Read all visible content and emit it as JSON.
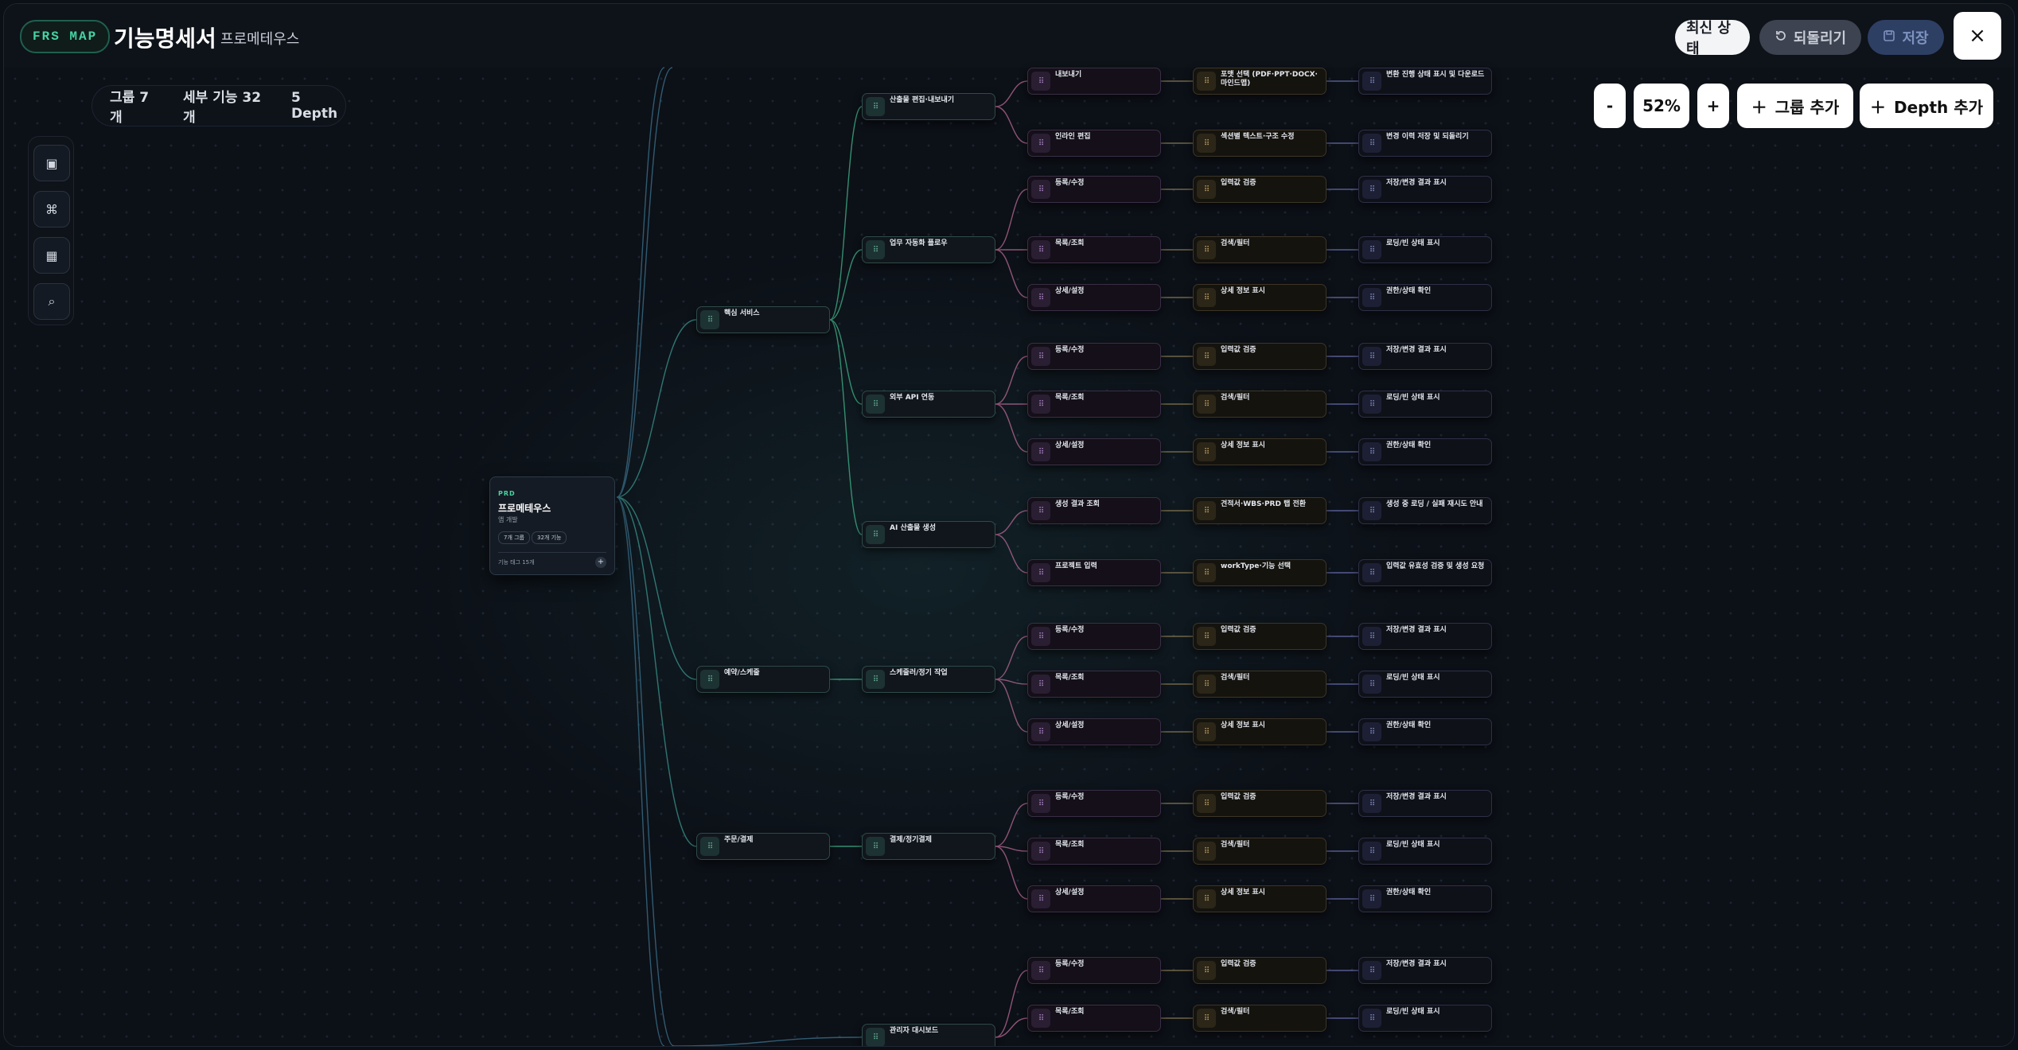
{
  "header": {
    "badge": "FRS MAP",
    "title": "기능명세서",
    "project_name": "프로메테우스",
    "latest_label": "최신 상태",
    "revert_label": "되돌리기",
    "save_label": "저장",
    "close_label": "×"
  },
  "stats": {
    "groups": "그룹 7개",
    "features": "세부 기능 32개",
    "depth": "5 Depth"
  },
  "zoom": {
    "minus": "-",
    "level": "52%",
    "plus": "+",
    "add_group": "그룹 추가",
    "add_depth": "Depth 추가"
  },
  "toolbar": {
    "tools": [
      {
        "icon": "square-select-icon",
        "glyph": "▣"
      },
      {
        "icon": "command-icon",
        "glyph": "⌘"
      },
      {
        "icon": "grid-icon",
        "glyph": "▦"
      },
      {
        "icon": "search-icon",
        "glyph": "⌕"
      }
    ]
  },
  "root": {
    "tag": "PRD",
    "name": "프로메테우스",
    "subtitle": "앱 개발",
    "chip_groups": "7개 그룹",
    "chip_features": "32개 기능",
    "footer": "기능 태그 15개",
    "add": "+"
  },
  "nodes": {
    "l1": [
      "핵심 서비스",
      "예약/스케줄",
      "주문/결제"
    ],
    "l2": [
      "산출물 편집·내보내기",
      "업무 자동화 플로우",
      "외부 API 연동",
      "AI 산출물 생성",
      "스케줄러/정기 작업",
      "결제/정기결제",
      "관리자 대시보드"
    ],
    "l3": [
      "내보내기",
      "인라인 편집",
      "등록/수정",
      "목록/조회",
      "상세/설정",
      "등록/수정",
      "목록/조회",
      "상세/설정",
      "생성 결과 조회",
      "프로젝트 입력",
      "등록/수정",
      "목록/조회",
      "상세/설정",
      "등록/수정",
      "목록/조회",
      "상세/설정",
      "등록/수정",
      "목록/조회"
    ],
    "l4": [
      "포맷 선택 (PDF·PPT·DOCX·마인드맵)",
      "섹션별 텍스트·구조 수정",
      "입력값 검증",
      "검색/필터",
      "상세 정보 표시",
      "입력값 검증",
      "검색/필터",
      "상세 정보 표시",
      "견적서·WBS·PRD 탭 전환",
      "workType·기능 선택",
      "입력값 검증",
      "검색/필터",
      "상세 정보 표시",
      "입력값 검증",
      "검색/필터",
      "상세 정보 표시",
      "입력값 검증",
      "검색/필터"
    ],
    "l5": [
      "변환 진행 상태 표시 및 다운로드",
      "변경 이력 저장 및 되돌리기",
      "저장/변경 결과 표시",
      "로딩/빈 상태 표시",
      "권한/상태 확인",
      "저장/변경 결과 표시",
      "로딩/빈 상태 표시",
      "권한/상태 확인",
      "생성 중 로딩 / 실패 재시도 안내",
      "입력값 유효성 검증 및 생성 요청",
      "저장/변경 결과 표시",
      "로딩/빈 상태 표시",
      "권한/상태 확인",
      "저장/변경 결과 표시",
      "로딩/빈 상태 표시",
      "권한/상태 확인",
      "저장/변경 결과 표시",
      "로딩/빈 상태 표시"
    ]
  }
}
